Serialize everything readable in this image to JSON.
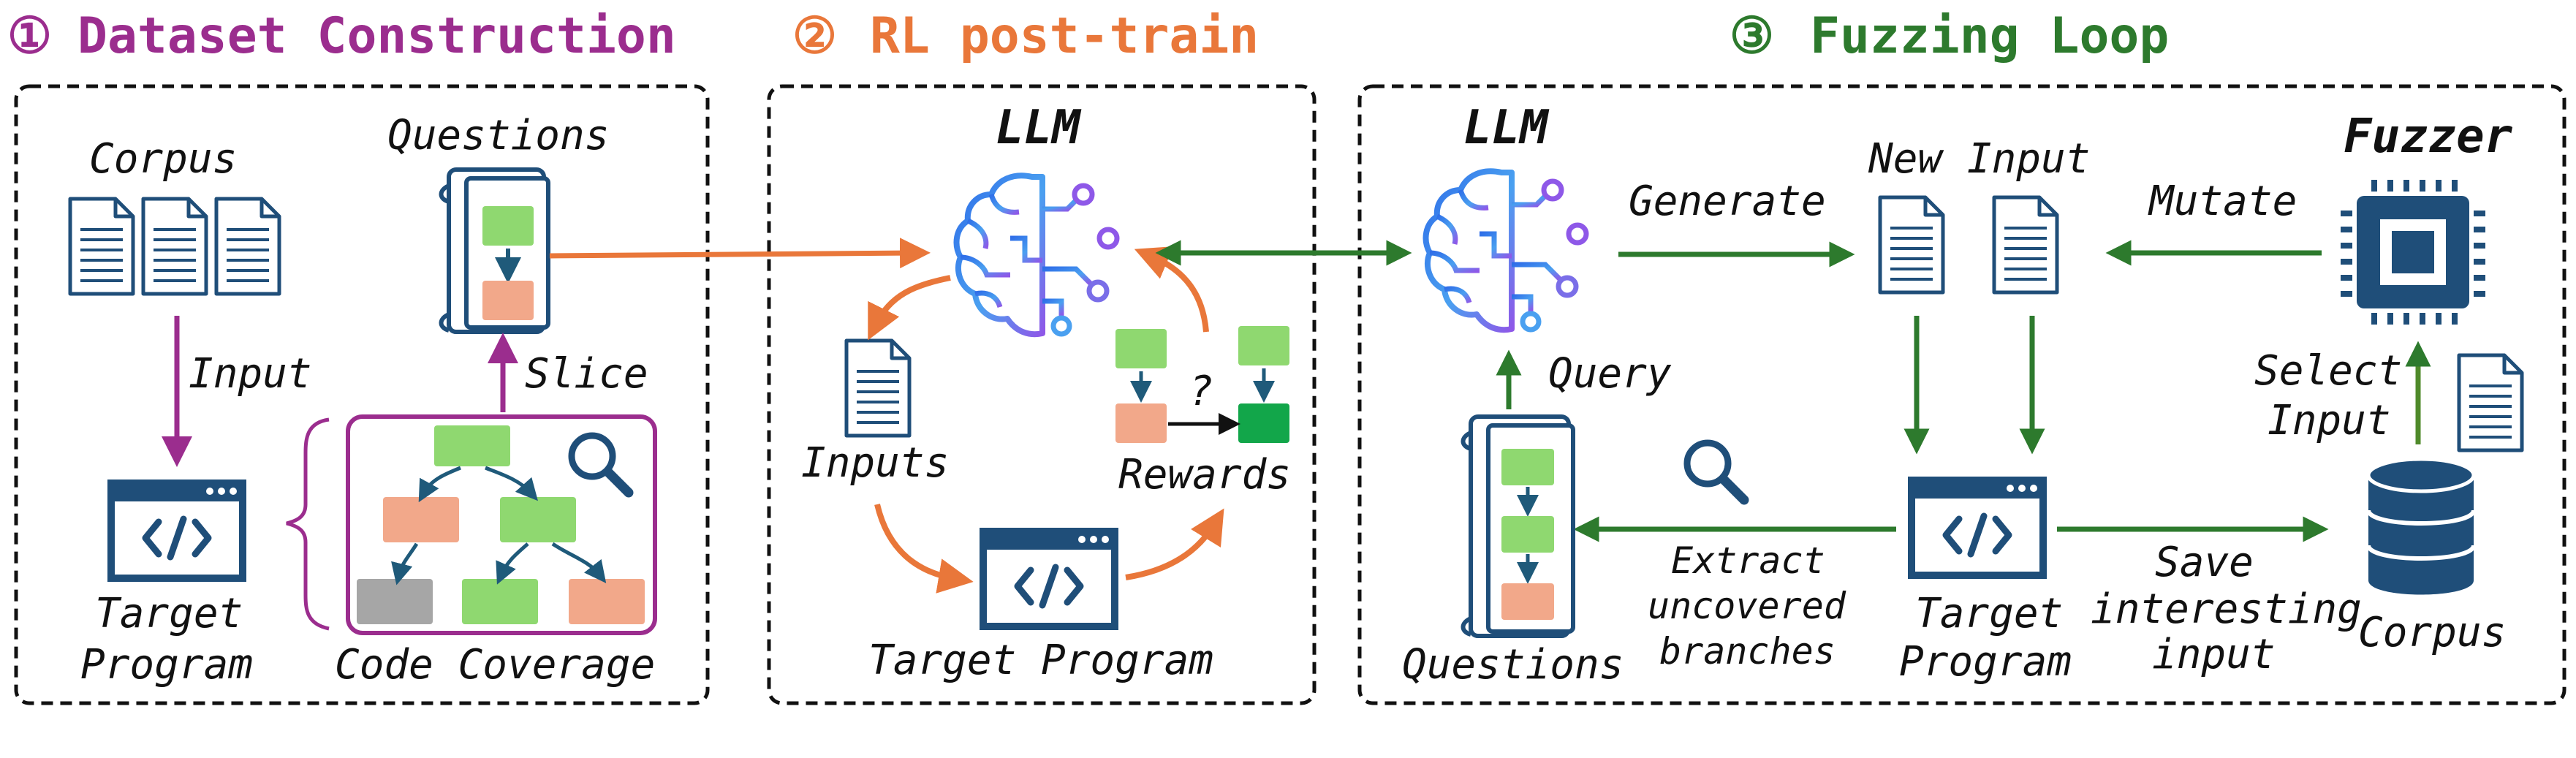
{
  "sections": {
    "s1": {
      "number": "①",
      "title": "Dataset Construction",
      "color": "#9b2d8e"
    },
    "s2": {
      "number": "②",
      "title": "RL post-train",
      "color": "#e9773a"
    },
    "s3": {
      "number": "③",
      "title": "Fuzzing Loop",
      "color": "#2d7a2d"
    }
  },
  "dataset": {
    "corpus": "Corpus",
    "questions": "Questions",
    "input": "Input",
    "slice": "Slice",
    "target_line1": "Target",
    "target_line2": "Program",
    "coverage": "Code Coverage"
  },
  "rl": {
    "llm": "LLM",
    "inputs": "Inputs",
    "rewards": "Rewards",
    "question_mark": "?",
    "target": "Target Program"
  },
  "fuzz": {
    "llm": "LLM",
    "generate": "Generate",
    "new_input": "New Input",
    "mutate": "Mutate",
    "fuzzer": "Fuzzer",
    "query": "Query",
    "select_line1": "Select",
    "select_line2": "Input",
    "questions": "Questions",
    "extract_line1": "Extract",
    "extract_line2": "uncovered",
    "extract_line3": "branches",
    "target_line1": "Target",
    "target_line2": "Program",
    "save_line1": "Save",
    "save_line2": "interesting",
    "save_line3": "input",
    "corpus": "Corpus"
  },
  "icons": {
    "document": "document-icon",
    "questions": "question-scroll-icon",
    "code_window": "code-window-icon",
    "brain": "llm-brain-icon",
    "chip": "fuzzer-chip-icon",
    "database": "database-icon",
    "magnifier": "magnifier-icon"
  },
  "colors": {
    "purple": "#9b2d8e",
    "orange": "#e9773a",
    "green": "#2d7a2d",
    "navy": "#1f4e79",
    "node_green": "#8fd870",
    "node_salmon": "#f2a88a",
    "node_gray": "#a6a6a6"
  }
}
